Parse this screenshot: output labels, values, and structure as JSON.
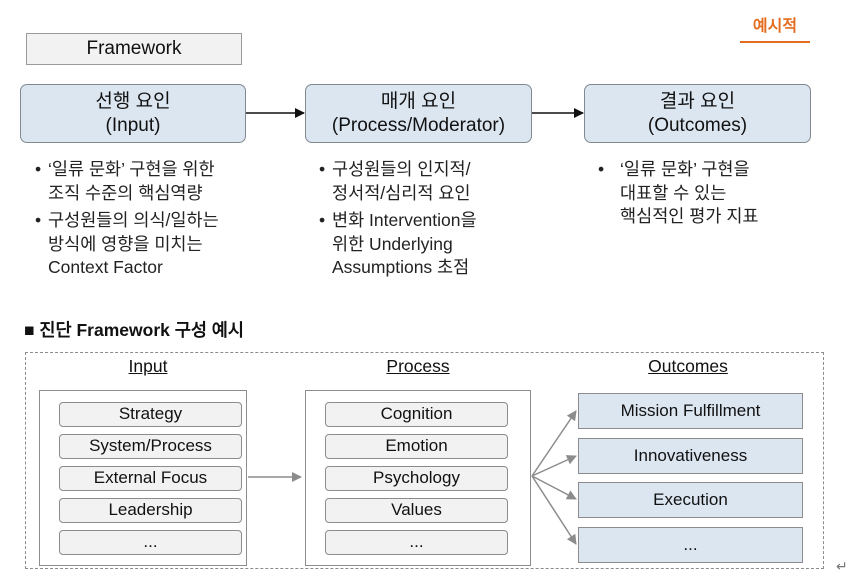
{
  "badge": "예시적",
  "framework_label": "Framework",
  "stages": [
    {
      "line1": "선행 요인",
      "line2": "(Input)"
    },
    {
      "line1": "매개 요인",
      "line2": "(Process/Moderator)"
    },
    {
      "line1": "결과 요인",
      "line2": "(Outcomes)"
    }
  ],
  "bullets": {
    "input": [
      [
        "‘일류 문화’ 구현을 위한",
        "조직 수준의 핵심역량"
      ],
      [
        "구성원들의 의식/일하는",
        "방식에 영향을 미치는",
        "Context Factor"
      ]
    ],
    "process": [
      [
        "구성원들의 인지적/",
        "정서적/심리적 요인"
      ],
      [
        "변화 Intervention을",
        "위한 Underlying",
        "Assumptions 초점"
      ]
    ],
    "outcomes": [
      [
        "‘일류 문화’ 구현을",
        "대표할 수 있는",
        "핵심적인 평가 지표"
      ]
    ]
  },
  "bullet_glyph": "•",
  "section_title": "■ 진단 Framework 구성 예시",
  "columns": {
    "input": {
      "header": "Input",
      "items": [
        "Strategy",
        "System/Process",
        "External Focus",
        "Leadership",
        "..."
      ]
    },
    "process": {
      "header": "Process",
      "items": [
        "Cognition",
        "Emotion",
        "Psychology",
        "Values",
        "..."
      ]
    },
    "outcomes": {
      "header": "Outcomes",
      "items": [
        "Mission Fulfillment",
        "Innovativeness",
        "Execution",
        "..."
      ]
    }
  },
  "return_mark": "↵"
}
